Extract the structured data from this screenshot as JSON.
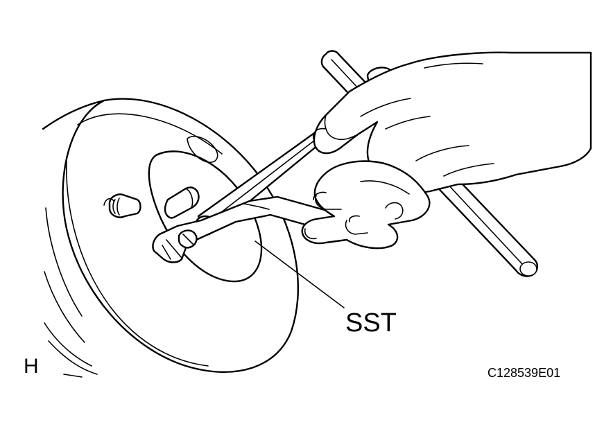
{
  "figure": {
    "tool_callout": "SST",
    "view_letter": "H",
    "figure_code": "C128539E01"
  }
}
